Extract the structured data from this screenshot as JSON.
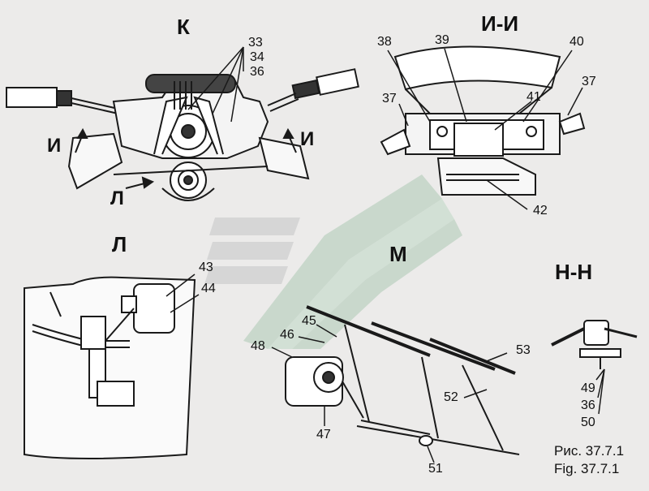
{
  "views": {
    "k": "К",
    "ii": "И-И",
    "l": "Л",
    "m": "М",
    "nn": "Н-Н"
  },
  "section_marks": {
    "i_left": "И",
    "i_right": "И",
    "l_arrow": "Л"
  },
  "callouts": {
    "c33": "33",
    "c34": "34",
    "c36": "36",
    "c37a": "37",
    "c37b": "37",
    "c38": "38",
    "c39": "39",
    "c40": "40",
    "c41": "41",
    "c42": "42",
    "c43": "43",
    "c44": "44",
    "c45": "45",
    "c46": "46",
    "c47": "47",
    "c48": "48",
    "c51": "51",
    "c52": "52",
    "c53": "53",
    "c49": "49",
    "c36b": "36",
    "c50": "50"
  },
  "caption": {
    "ru": "Рис. 37.7.1",
    "en": "Fig. 37.7.1"
  },
  "colors": {
    "ink": "#1a1a1a",
    "paper": "#ecebea",
    "watermark_green": "#c9d8cc",
    "watermark_gray": "#d6d6d6"
  }
}
